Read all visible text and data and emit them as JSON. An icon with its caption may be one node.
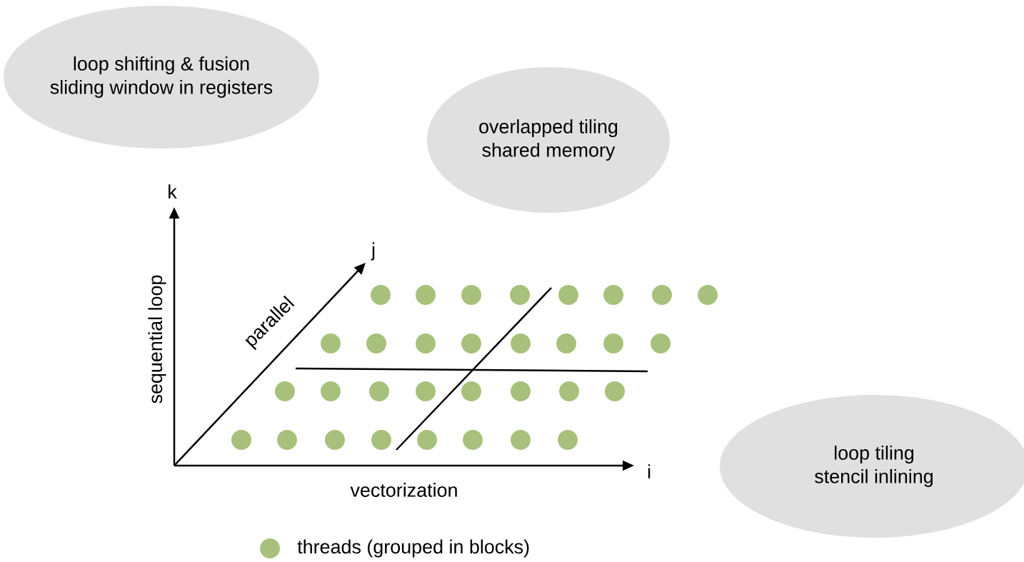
{
  "diagram": {
    "nodes": [
      {
        "text": [
          "loop shifting & fusion",
          "sliding window in registers"
        ]
      },
      {
        "text": [
          "overlapped tiling",
          "shared memory"
        ]
      },
      {
        "text": [
          "loop tiling",
          "stencil inlining"
        ]
      }
    ],
    "labels": [
      "k",
      "j",
      "sequential loop",
      "parallel",
      "i",
      "vectorization"
    ],
    "legend": [
      {
        "text": "threads (grouped in blocks)",
        "color": "#a7c17c"
      }
    ]
  }
}
